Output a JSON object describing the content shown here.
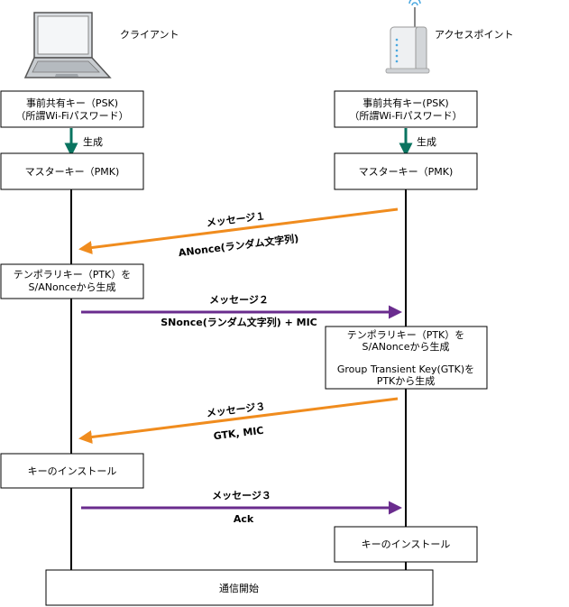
{
  "client": {
    "label": "クライアント",
    "psk_line1": "事前共有キー（PSK)",
    "psk_line2": "（所謂Wi-Fiパスワード）",
    "gen_label": "生成",
    "pmk": "マスターキー（PMK)",
    "ptk_line1": "テンポラリキー（PTK）を",
    "ptk_line2": "S/ANonceから生成",
    "install": "キーのインストール"
  },
  "ap": {
    "label": "アクセスポイント",
    "psk_line1": "事前共有キー(PSK)",
    "psk_line2": "（所謂Wi-Fiパスワード）",
    "gen_label": "生成",
    "pmk": "マスターキー（PMK)",
    "ptk_line1": "テンポラリキー（PTK）を",
    "ptk_line2": "S/ANonceから生成",
    "gtk_line1": "Group Transient Key(GTK)を",
    "gtk_line2": "PTKから生成",
    "install": "キーのインストール"
  },
  "messages": [
    {
      "title": "メッセージ１",
      "detail": "ANonce(ランダム文字列)",
      "direction": "ap-to-client",
      "color": "#F08C1E"
    },
    {
      "title": "メッセージ２",
      "detail": "SNonce(ランダム文字列) + MIC",
      "direction": "client-to-ap",
      "color": "#6A2C8E"
    },
    {
      "title": "メッセージ３",
      "detail": "GTK, MIC",
      "direction": "ap-to-client",
      "color": "#F08C1E"
    },
    {
      "title": "メッセージ３",
      "detail": "Ack",
      "direction": "client-to-ap",
      "color": "#6A2C8E"
    }
  ],
  "start": "通信開始",
  "colors": {
    "generate_arrow": "#0A7460",
    "orange": "#F08C1E",
    "purple": "#6A2C8E",
    "line": "#000000"
  },
  "icons": {
    "client": "laptop-icon",
    "ap": "wifi-router-icon"
  }
}
